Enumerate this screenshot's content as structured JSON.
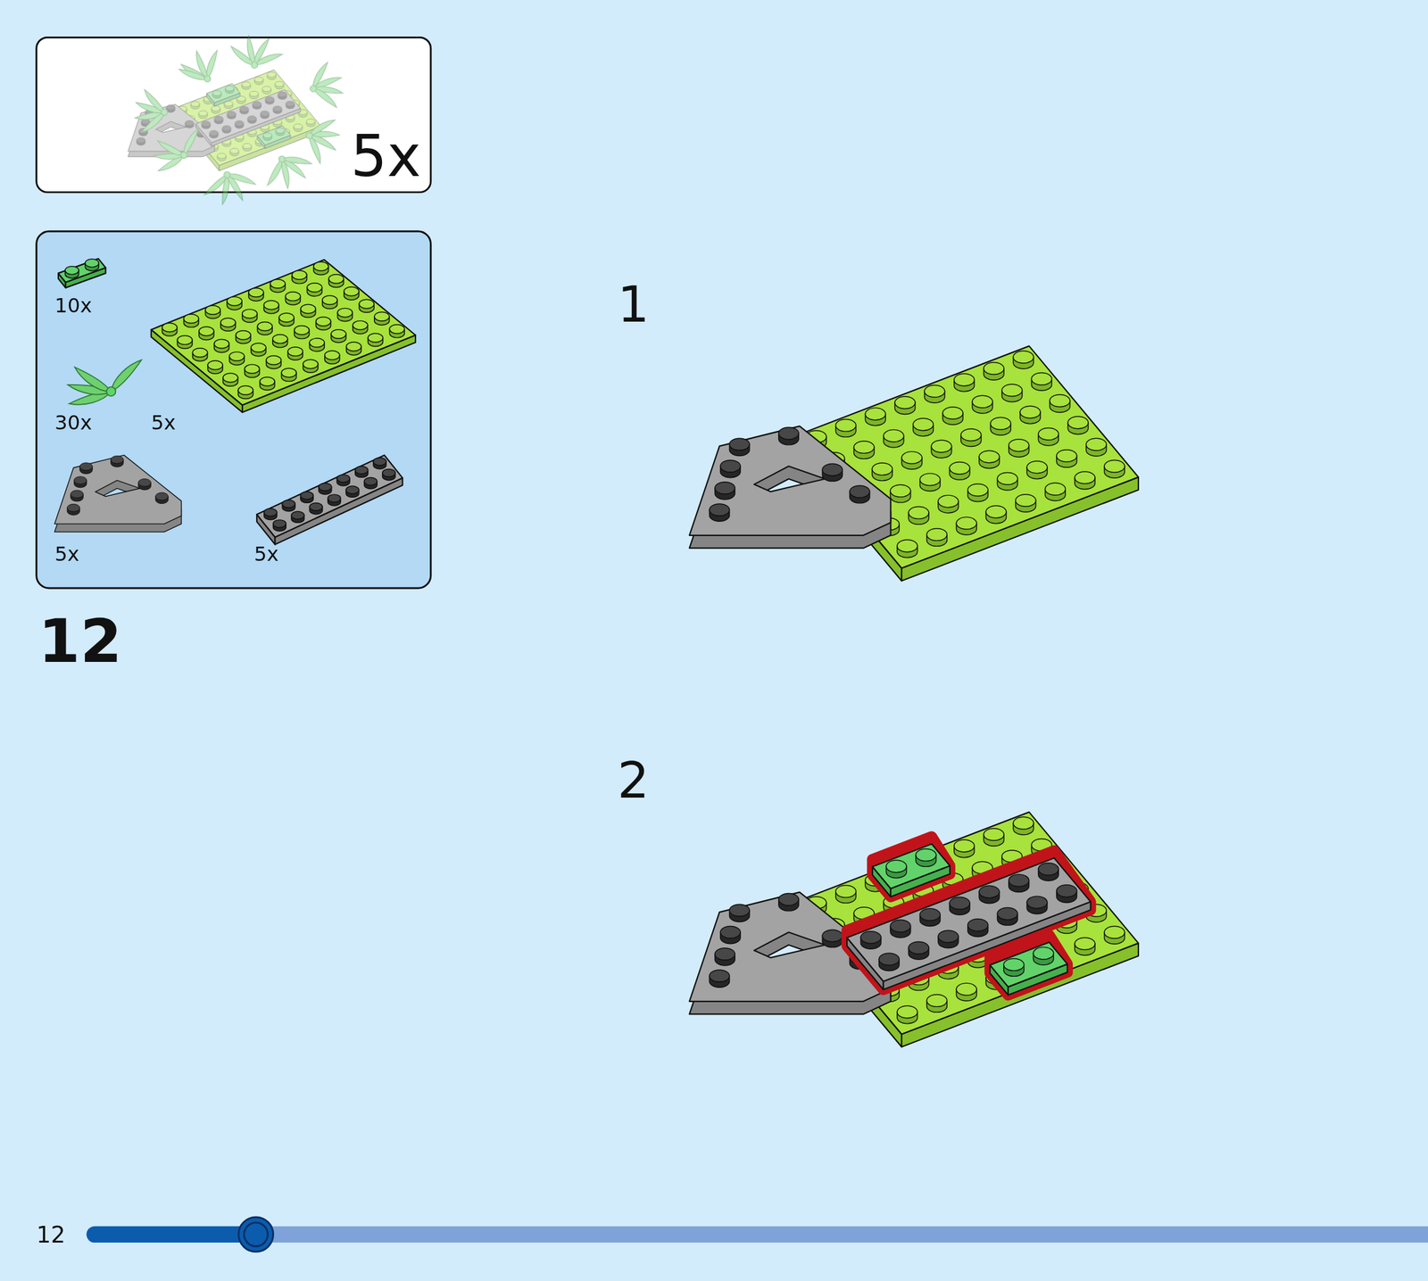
{
  "diagram": {
    "labels": [
      "5x",
      "10x",
      "30x",
      "5x",
      "5x",
      "5x",
      "12",
      "1",
      "2",
      "12"
    ]
  }
}
